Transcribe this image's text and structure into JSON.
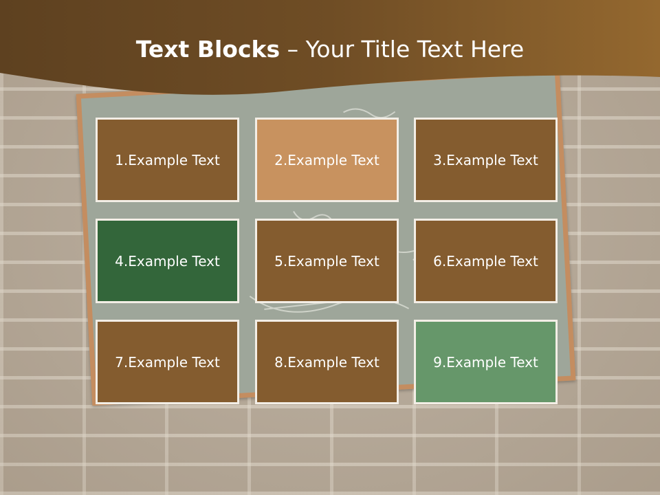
{
  "title": {
    "bold": "Text Blocks",
    "rest": " – Your Title Text Here"
  },
  "colors": {
    "header_brown": "#6a4a24",
    "block_brown": "#845c2f",
    "block_tan": "#c8925f",
    "block_dark_green": "#33663a",
    "block_light_green": "#66976a",
    "border": "#f3eee6"
  },
  "blocks": [
    {
      "label": "1.Example Text",
      "color": "#845c2f"
    },
    {
      "label": "2.Example Text",
      "color": "#c8925f"
    },
    {
      "label": "3.Example Text",
      "color": "#845c2f"
    },
    {
      "label": "4.Example Text",
      "color": "#33663a"
    },
    {
      "label": "5.Example Text",
      "color": "#845c2f"
    },
    {
      "label": "6.Example Text",
      "color": "#845c2f"
    },
    {
      "label": "7.Example Text",
      "color": "#845c2f"
    },
    {
      "label": "8.Example Text",
      "color": "#845c2f"
    },
    {
      "label": "9.Example Text",
      "color": "#66976a"
    }
  ]
}
